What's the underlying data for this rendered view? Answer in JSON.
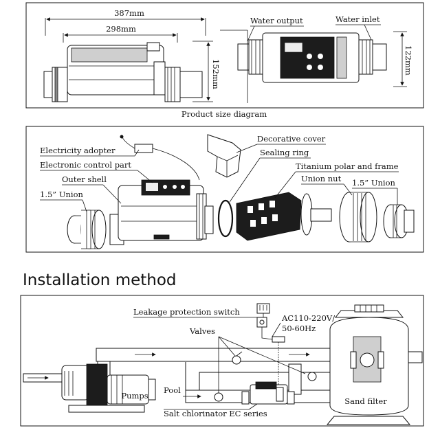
{
  "size_diagram": {
    "dim_total_width": "387mm",
    "dim_body_width": "298mm",
    "dim_height": "152mm",
    "dim_depth": "122mm",
    "water_output": "Water output",
    "water_inlet": "Water inlet",
    "caption": "Product size diagram"
  },
  "exploded_view": {
    "electricity_adopter": "Electricity adopter",
    "electronic_control_part": "Electronic control part",
    "outer_shell": "Outer shell",
    "union_left": "1.5” Union",
    "decorative_cover": "Decorative cover",
    "sealing_ring": "Sealing ring",
    "titanium_polar": "Titanium polar and frame",
    "union_nut": "Union nut",
    "union_right": "1.5” Union"
  },
  "installation": {
    "heading": "Installation method",
    "leakage_switch": "Leakage protection switch",
    "power_line1": "AC110-220V/",
    "power_line2": "50-60Hz",
    "valves": "Valves",
    "pumps": "Pumps",
    "pool": "Pool",
    "sand_filter": "Sand filter",
    "salt_chlorinator": "Salt chlorinator EC series"
  }
}
